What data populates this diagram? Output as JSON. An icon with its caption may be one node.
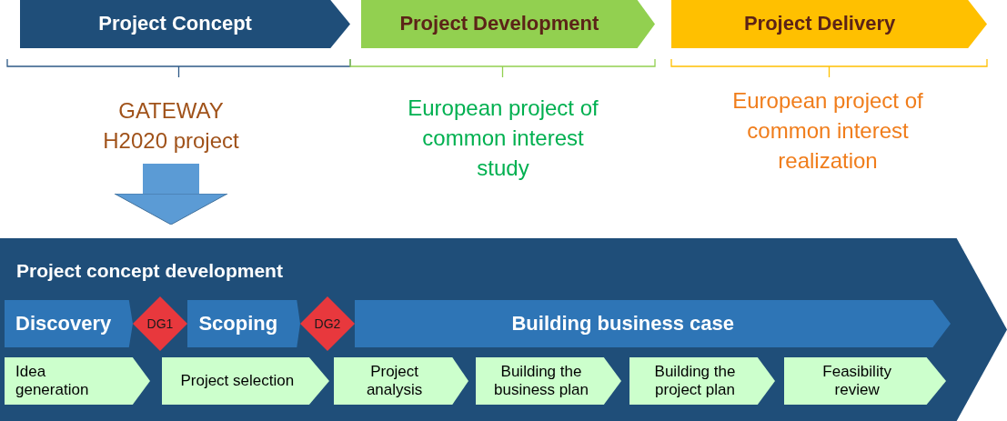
{
  "diagram": {
    "nodes": [
      {
        "text": [
          "Project Concept"
        ]
      },
      {
        "text": [
          "Project Development"
        ]
      },
      {
        "text": [
          "Project Delivery"
        ]
      },
      {
        "text": [
          "GATEWAY H2020 project"
        ]
      },
      {
        "text": [
          "European project of common interest study"
        ]
      },
      {
        "text": [
          "European project of common interest realization"
        ]
      },
      {
        "text": [
          "Project concept development"
        ]
      },
      {
        "text": [
          "Discovery"
        ],
        "in": 6
      },
      {
        "text": [
          "Scoping"
        ],
        "in": 6
      },
      {
        "text": [
          "Building business case"
        ],
        "in": 6
      },
      {
        "text": [
          "DG1"
        ],
        "in": 6
      },
      {
        "text": [
          "DG2"
        ],
        "in": 6
      },
      {
        "text": [
          "Idea generation"
        ],
        "in": 6
      },
      {
        "text": [
          "Project selection"
        ],
        "in": 6
      },
      {
        "text": [
          "Project analysis"
        ],
        "in": 6
      },
      {
        "text": [
          "Building the business plan"
        ],
        "in": 6
      },
      {
        "text": [
          "Building the project plan"
        ],
        "in": 6
      },
      {
        "text": [
          "Feasibility review"
        ],
        "in": 6
      }
    ],
    "edges": [
      {
        "from": 3,
        "to": 6,
        "arrow": "to",
        "color": "#5b9bd5"
      }
    ]
  }
}
